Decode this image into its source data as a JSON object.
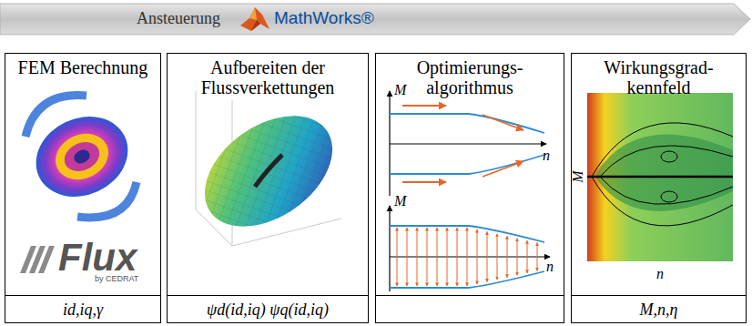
{
  "diagram": {
    "nodes": [
      {
        "text": [
          "Ansteuerung",
          "MathWorks®"
        ]
      },
      {
        "text": [
          "FEM Berechnung",
          "id,iq,γ"
        ]
      },
      {
        "text": [
          "Aufbereiten der Flussverkettungen",
          "ψd(id,iq) ψq(id,iq)"
        ]
      },
      {
        "text": [
          "Optimierungs- algorithmus"
        ]
      },
      {
        "text": [
          "Wirkungsgrad- kennfeld",
          "M,n,η"
        ]
      }
    ],
    "labels": [
      "Flux",
      "by CEDRAT",
      "M",
      "n",
      "M",
      "n",
      "M",
      "n"
    ]
  }
}
